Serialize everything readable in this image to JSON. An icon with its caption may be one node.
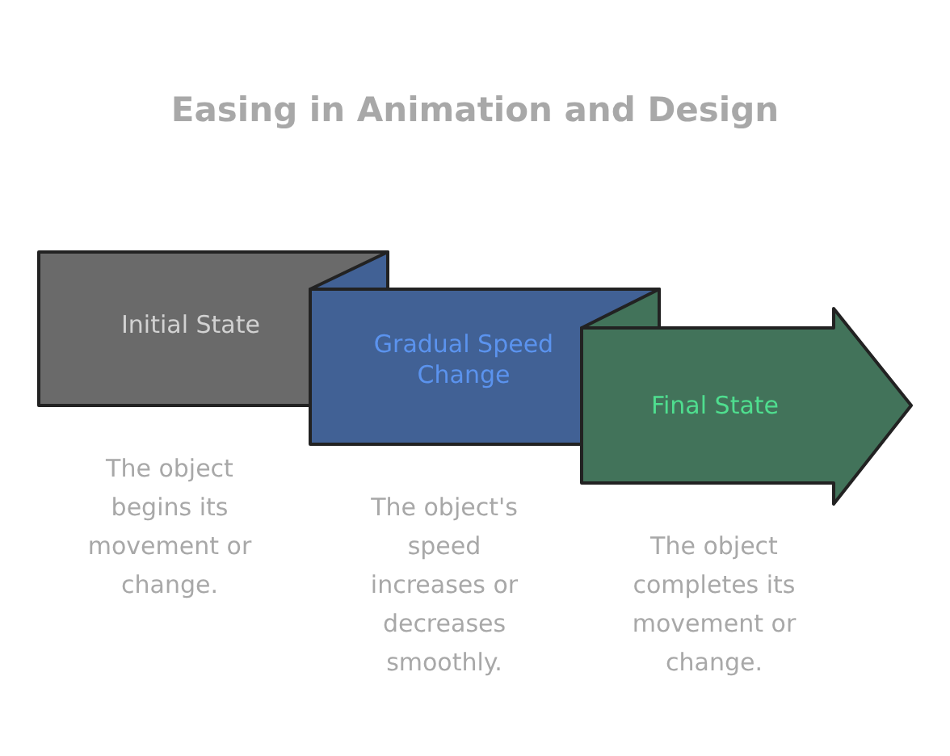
{
  "diagram": {
    "title": "Easing in Animation and Design",
    "nodes": [
      {
        "text": [
          "Initial State"
        ],
        "beside": [
          "The object begins its movement or change."
        ]
      },
      {
        "text": [
          "Gradual Speed Change"
        ],
        "beside": [
          "The object's speed increases or decreases smoothly."
        ]
      },
      {
        "text": [
          "Final State"
        ],
        "beside": [
          "The object completes its movement or change."
        ]
      }
    ],
    "edges": []
  }
}
